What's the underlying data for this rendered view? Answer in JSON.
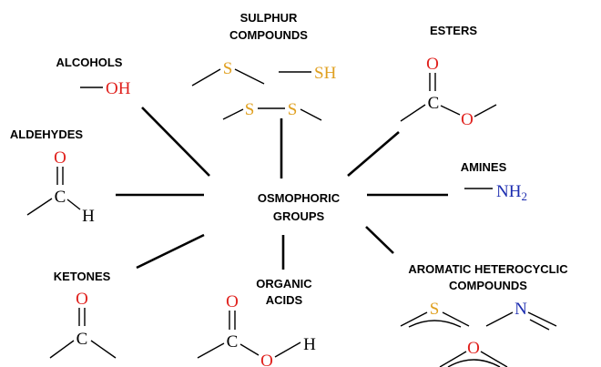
{
  "center": {
    "line1": "OSMOPHORIC",
    "line2": "GROUPS"
  },
  "groups": {
    "sulphur": {
      "line1": "SULPHUR",
      "line2": "COMPOUNDS"
    },
    "esters": {
      "label": "ESTERS"
    },
    "alcohols": {
      "label": "ALCOHOLS"
    },
    "aldehydes": {
      "label": "ALDEHYDES"
    },
    "amines": {
      "label": "AMINES"
    },
    "ketones": {
      "label": "KETONES"
    },
    "organic_acids": {
      "line1": "ORGANIC",
      "line2": "ACIDS"
    },
    "aromatic": {
      "line1": "AROMATIC HETEROCYCLIC",
      "line2": "COMPOUNDS"
    }
  },
  "atoms": {
    "oxygen": "O",
    "carbon": "C",
    "hydrogen": "H",
    "sulfur": "S",
    "nitrogen": "N",
    "hydroxyl": "OH",
    "thiol": "SH",
    "amine": "NH",
    "amine_subscript": "2"
  },
  "colors": {
    "oxygen": "#e0201c",
    "sulfur": "#e0a020",
    "nitrogen": "#1c2db0",
    "text": "#000000"
  }
}
